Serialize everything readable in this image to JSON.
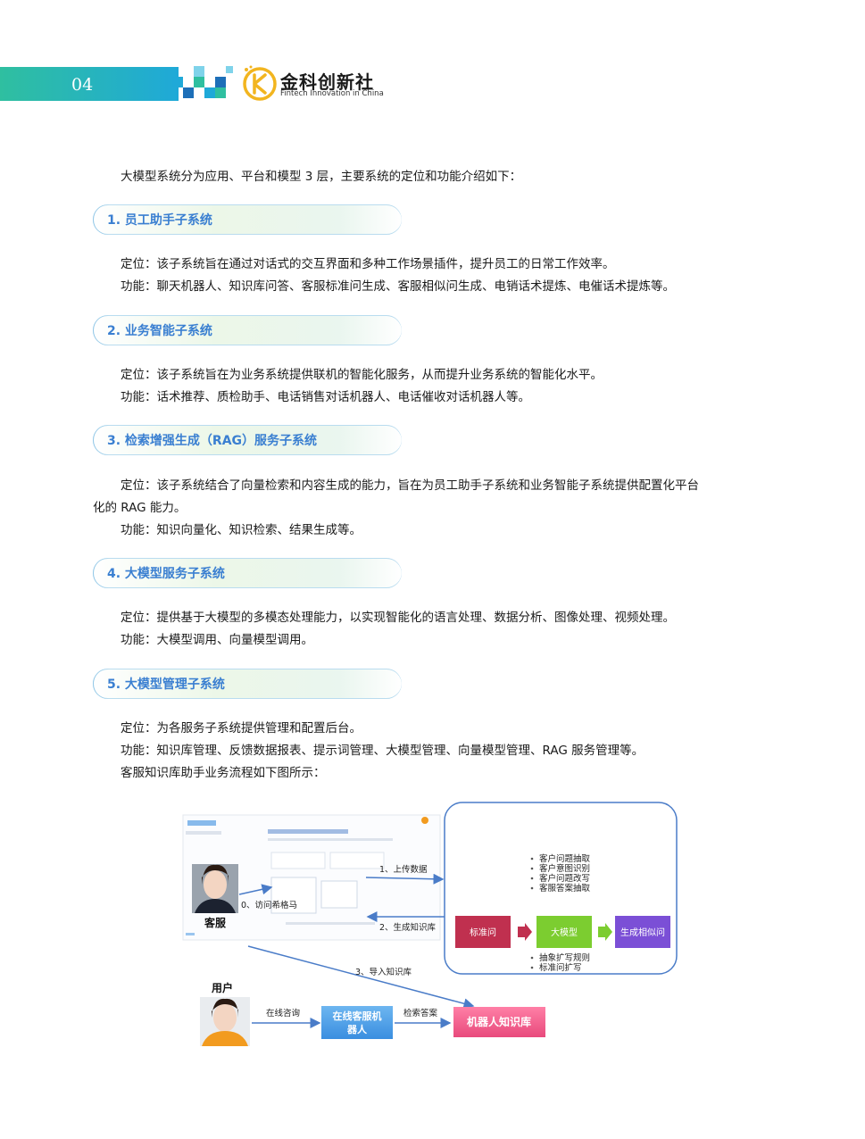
{
  "header": {
    "page_number": "04",
    "logo_cn": "金科创新社",
    "logo_en": "Fintech Innovation in China",
    "colors": {
      "bar_start": "#2fbfa0",
      "bar_end": "#1fa9d8",
      "heading": "#3a7fd1"
    }
  },
  "intro": "大模型系统分为应用、平台和模型 3 层，主要系统的定位和功能介绍如下：",
  "sections": [
    {
      "title": "1. 员工助手子系统",
      "lines": [
        "定位：该子系统旨在通过对话式的交互界面和多种工作场景插件，提升员工的日常工作效率。",
        "功能：聊天机器人、知识库问答、客服标准问生成、客服相似问生成、电销话术提炼、电催话术提炼等。"
      ]
    },
    {
      "title": "2. 业务智能子系统",
      "lines": [
        "定位：该子系统旨在为业务系统提供联机的智能化服务，从而提升业务系统的智能化水平。",
        "功能：话术推荐、质检助手、电话销售对话机器人、电话催收对话机器人等。"
      ]
    },
    {
      "title": "3. 检索增强生成（RAG）服务子系统",
      "lines": [
        "定位：该子系统结合了向量检索和内容生成的能力，旨在为员工助手子系统和业务智能子系统提供配置化平台",
        "化的 RAG 能力。",
        "功能：知识向量化、知识检索、结果生成等。"
      ]
    },
    {
      "title": "4. 大模型服务子系统",
      "lines": [
        "定位：提供基于大模型的多模态处理能力，以实现智能化的语言处理、数据分析、图像处理、视频处理。",
        "功能：大模型调用、向量模型调用。"
      ]
    },
    {
      "title": "5. 大模型管理子系统",
      "lines": [
        "定位：为各服务子系统提供管理和配置后台。",
        "功能：知识库管理、反馈数据报表、提示词管理、大模型管理、向量模型管理、RAG 服务管理等。",
        "客服知识库助手业务流程如下图所示："
      ]
    }
  ],
  "diagram": {
    "agent_label": "客服",
    "user_label": "用户",
    "step0": "0、访问希格马",
    "step1": "1、上传数据",
    "step2": "2、生成知识库",
    "step3": "3、导入知识库",
    "consult": "在线咨询",
    "retrieve": "检索答案",
    "bot_box": "在线客服机器人",
    "kb_box": "机器人知识库",
    "bullets_top": [
      "客户问题抽取",
      "客户意图识别",
      "客户问题改写",
      "客服答案抽取"
    ],
    "bullets_bottom": [
      "抽象扩写规则",
      "标准问扩写"
    ],
    "flow": [
      "标准问",
      "大模型",
      "生成相似问"
    ]
  }
}
